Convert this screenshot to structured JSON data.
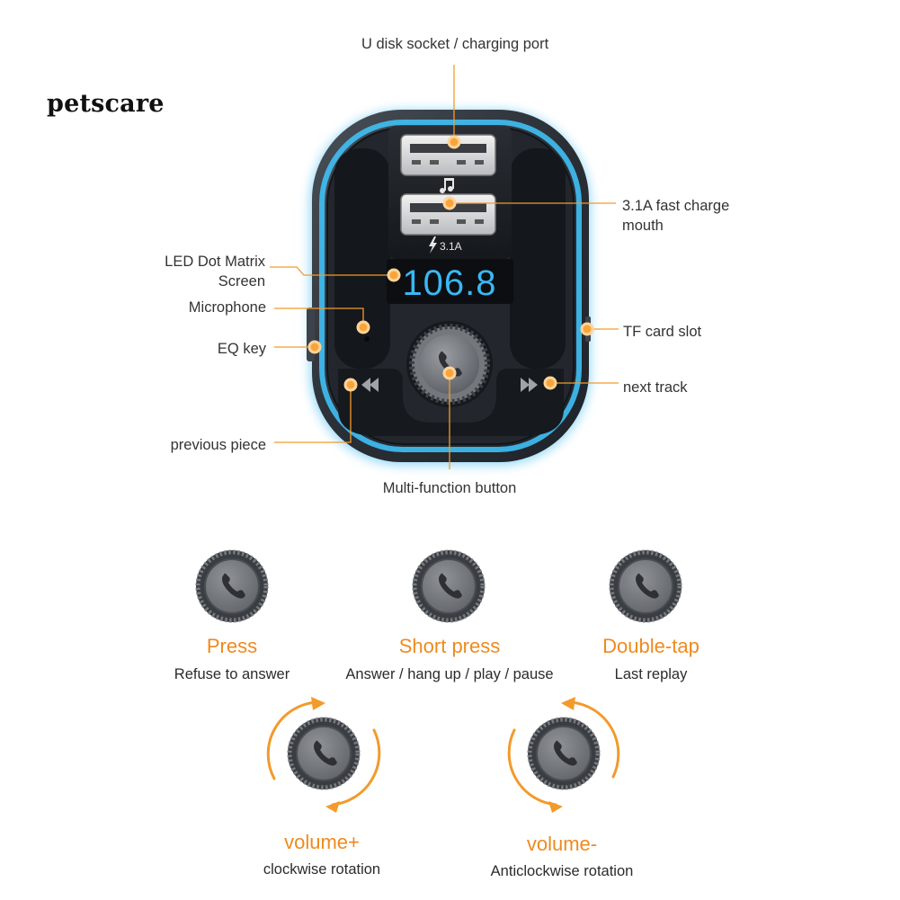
{
  "brand": "petscare",
  "device": {
    "display_value": "106.8",
    "port_label": "3.1A",
    "music_icon": "music-note-icon",
    "bolt_icon": "lightning-icon",
    "phone_icon": "phone-icon",
    "prev_icon": "rewind-icon",
    "next_icon": "fast-forward-icon"
  },
  "callouts": {
    "usb_socket": "U disk socket / charging port",
    "fast_charge_line1": "3.1A fast charge",
    "fast_charge_line2": "mouth",
    "led_line1": "LED Dot Matrix",
    "led_line2": "Screen",
    "microphone": "Microphone",
    "eq_key": "EQ key",
    "tf_slot": "TF card slot",
    "next_track": "next track",
    "previous_piece": "previous piece",
    "multi_function": "Multi-function button"
  },
  "functions": [
    {
      "title": "Press",
      "desc": "Refuse to answer"
    },
    {
      "title": "Short press",
      "desc": "Answer / hang up / play / pause"
    },
    {
      "title": "Double-tap",
      "desc": "Last replay"
    },
    {
      "title": "volume+",
      "desc": "clockwise rotation"
    },
    {
      "title": "volume-",
      "desc": "Anticlockwise rotation"
    }
  ],
  "colors": {
    "accent_orange": "#f39a2b",
    "led_blue": "#2fb4f0",
    "body_dark": "#2c3138",
    "label_orange": "#ef8a1e"
  }
}
